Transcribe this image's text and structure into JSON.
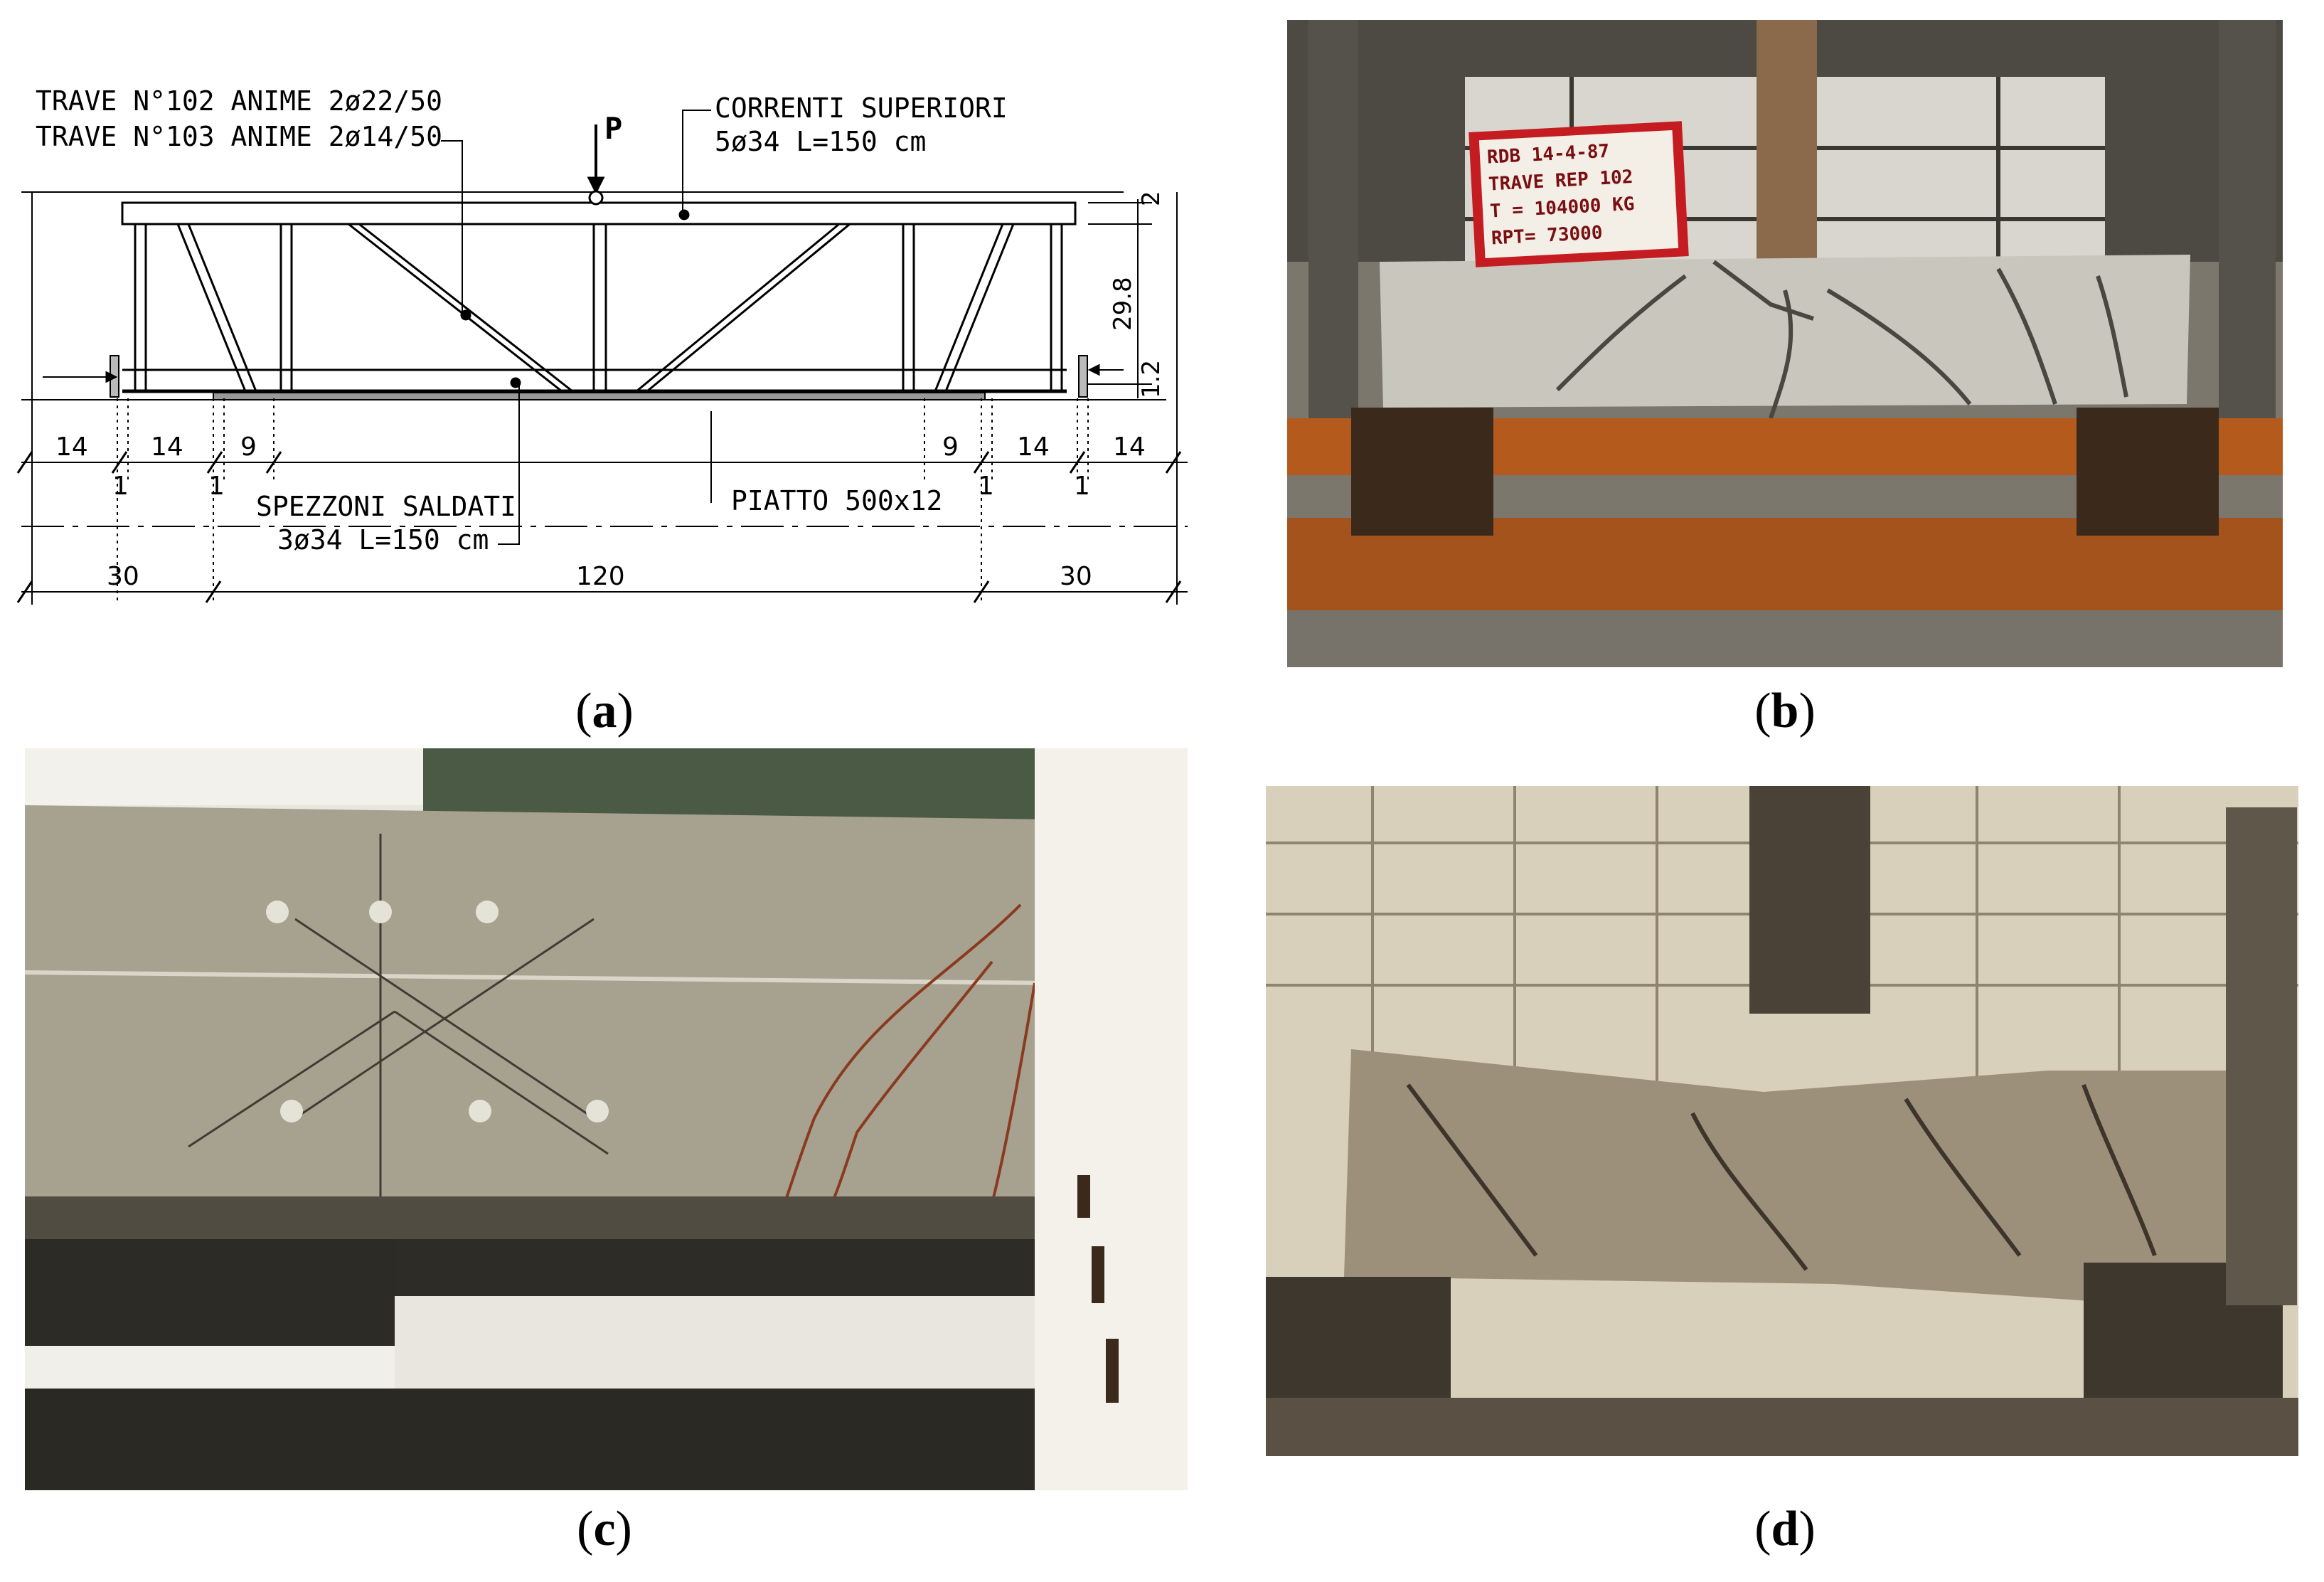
{
  "figure": {
    "panels": [
      {
        "id": "a",
        "caption_label": "a",
        "drawing": {
          "note_web_102": "TRAVE N°102 ANIME 2ø22/50",
          "note_web_103": "TRAVE N°103 ANIME 2ø14/50",
          "load_label": "P",
          "top_bars_title": "CORRENTI SUPERIORI",
          "top_bars_spec": "5ø34 L=150 cm",
          "welded_title": "SPEZZONI SALDATI",
          "welded_spec": "3ø34 L=150 cm",
          "plate_label": "PIATTO 500x12",
          "height_top": "2",
          "height_mid": "29.8",
          "height_bottom": "1.2",
          "dims_row1": [
            "14",
            "14",
            "9",
            "9",
            "14",
            "14"
          ],
          "dims_row2": [
            "1",
            "1",
            "1",
            "1"
          ],
          "dims_row3": [
            "30",
            "120",
            "30"
          ]
        }
      },
      {
        "id": "b",
        "caption_label": "b",
        "sign": {
          "line1": "RDB   14-4-87",
          "line2": "TRAVE REP 102",
          "line3": "T = 104000 KG",
          "line4": "RPT= 73000"
        }
      },
      {
        "id": "c",
        "caption_label": "c"
      },
      {
        "id": "d",
        "caption_label": "d"
      }
    ]
  }
}
